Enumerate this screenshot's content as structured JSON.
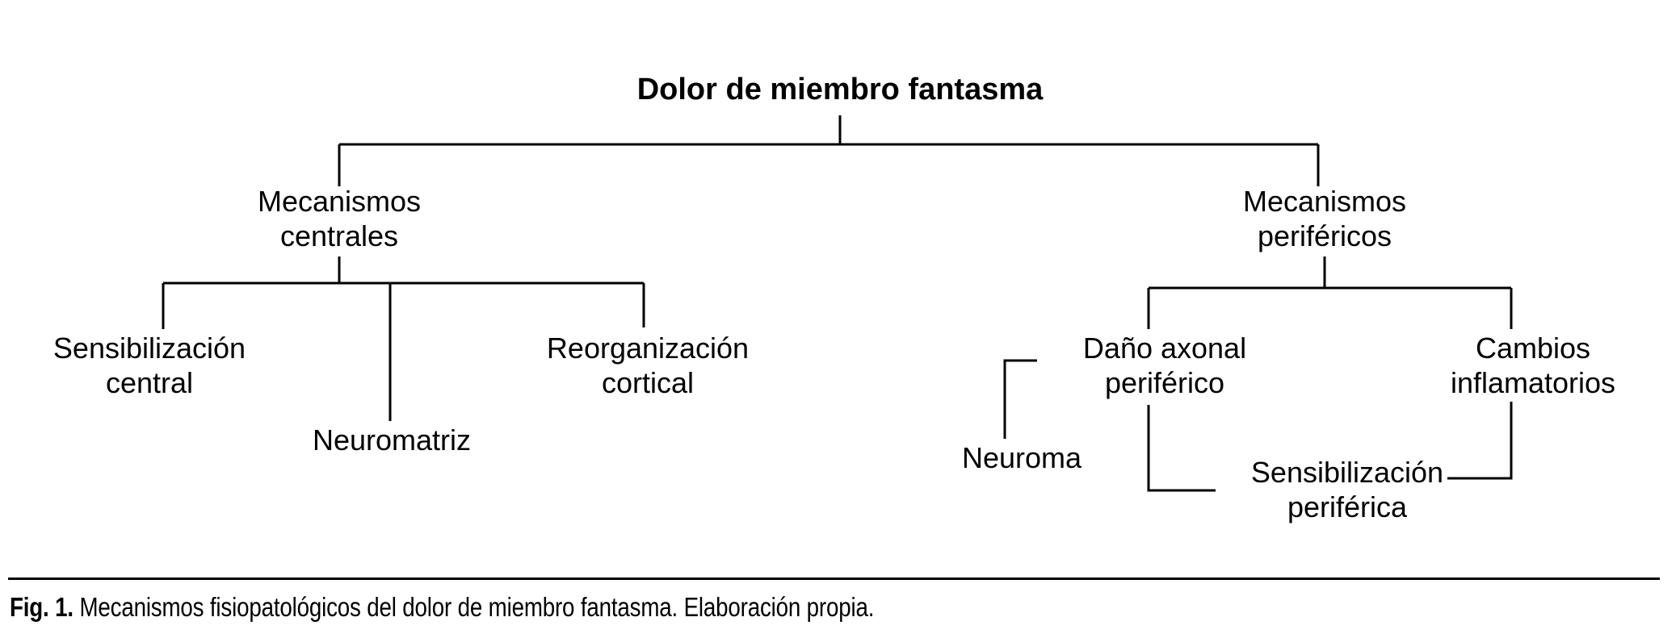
{
  "figure": {
    "root": {
      "label": "Dolor de miembro fantasma"
    },
    "branches": {
      "central": {
        "label_line1": "Mecanismos",
        "label_line2": "centrales",
        "children": [
          {
            "label_line1": "Sensibilización",
            "label_line2": "central"
          },
          {
            "label_line1": "Neuromatriz",
            "label_line2": ""
          },
          {
            "label_line1": "Reorganización",
            "label_line2": "cortical"
          }
        ]
      },
      "peripheral": {
        "label_line1": "Mecanismos",
        "label_line2": "periféricos",
        "children": [
          {
            "label_line1": "Daño axonal",
            "label_line2": "periférico"
          },
          {
            "label_line1": "Cambios",
            "label_line2": "inflamatorios"
          }
        ],
        "subnodes": [
          {
            "label_line1": "Neuroma",
            "label_line2": ""
          },
          {
            "label_line1": "Sensibilización",
            "label_line2": "periférica"
          }
        ]
      }
    },
    "caption": {
      "label": "Fig. 1.",
      "text": " Mecanismos fisiopatológicos del dolor de miembro fantasma. Elaboración propia."
    },
    "colors": {
      "line": "#000000",
      "text": "#000000",
      "background": "#ffffff"
    }
  }
}
